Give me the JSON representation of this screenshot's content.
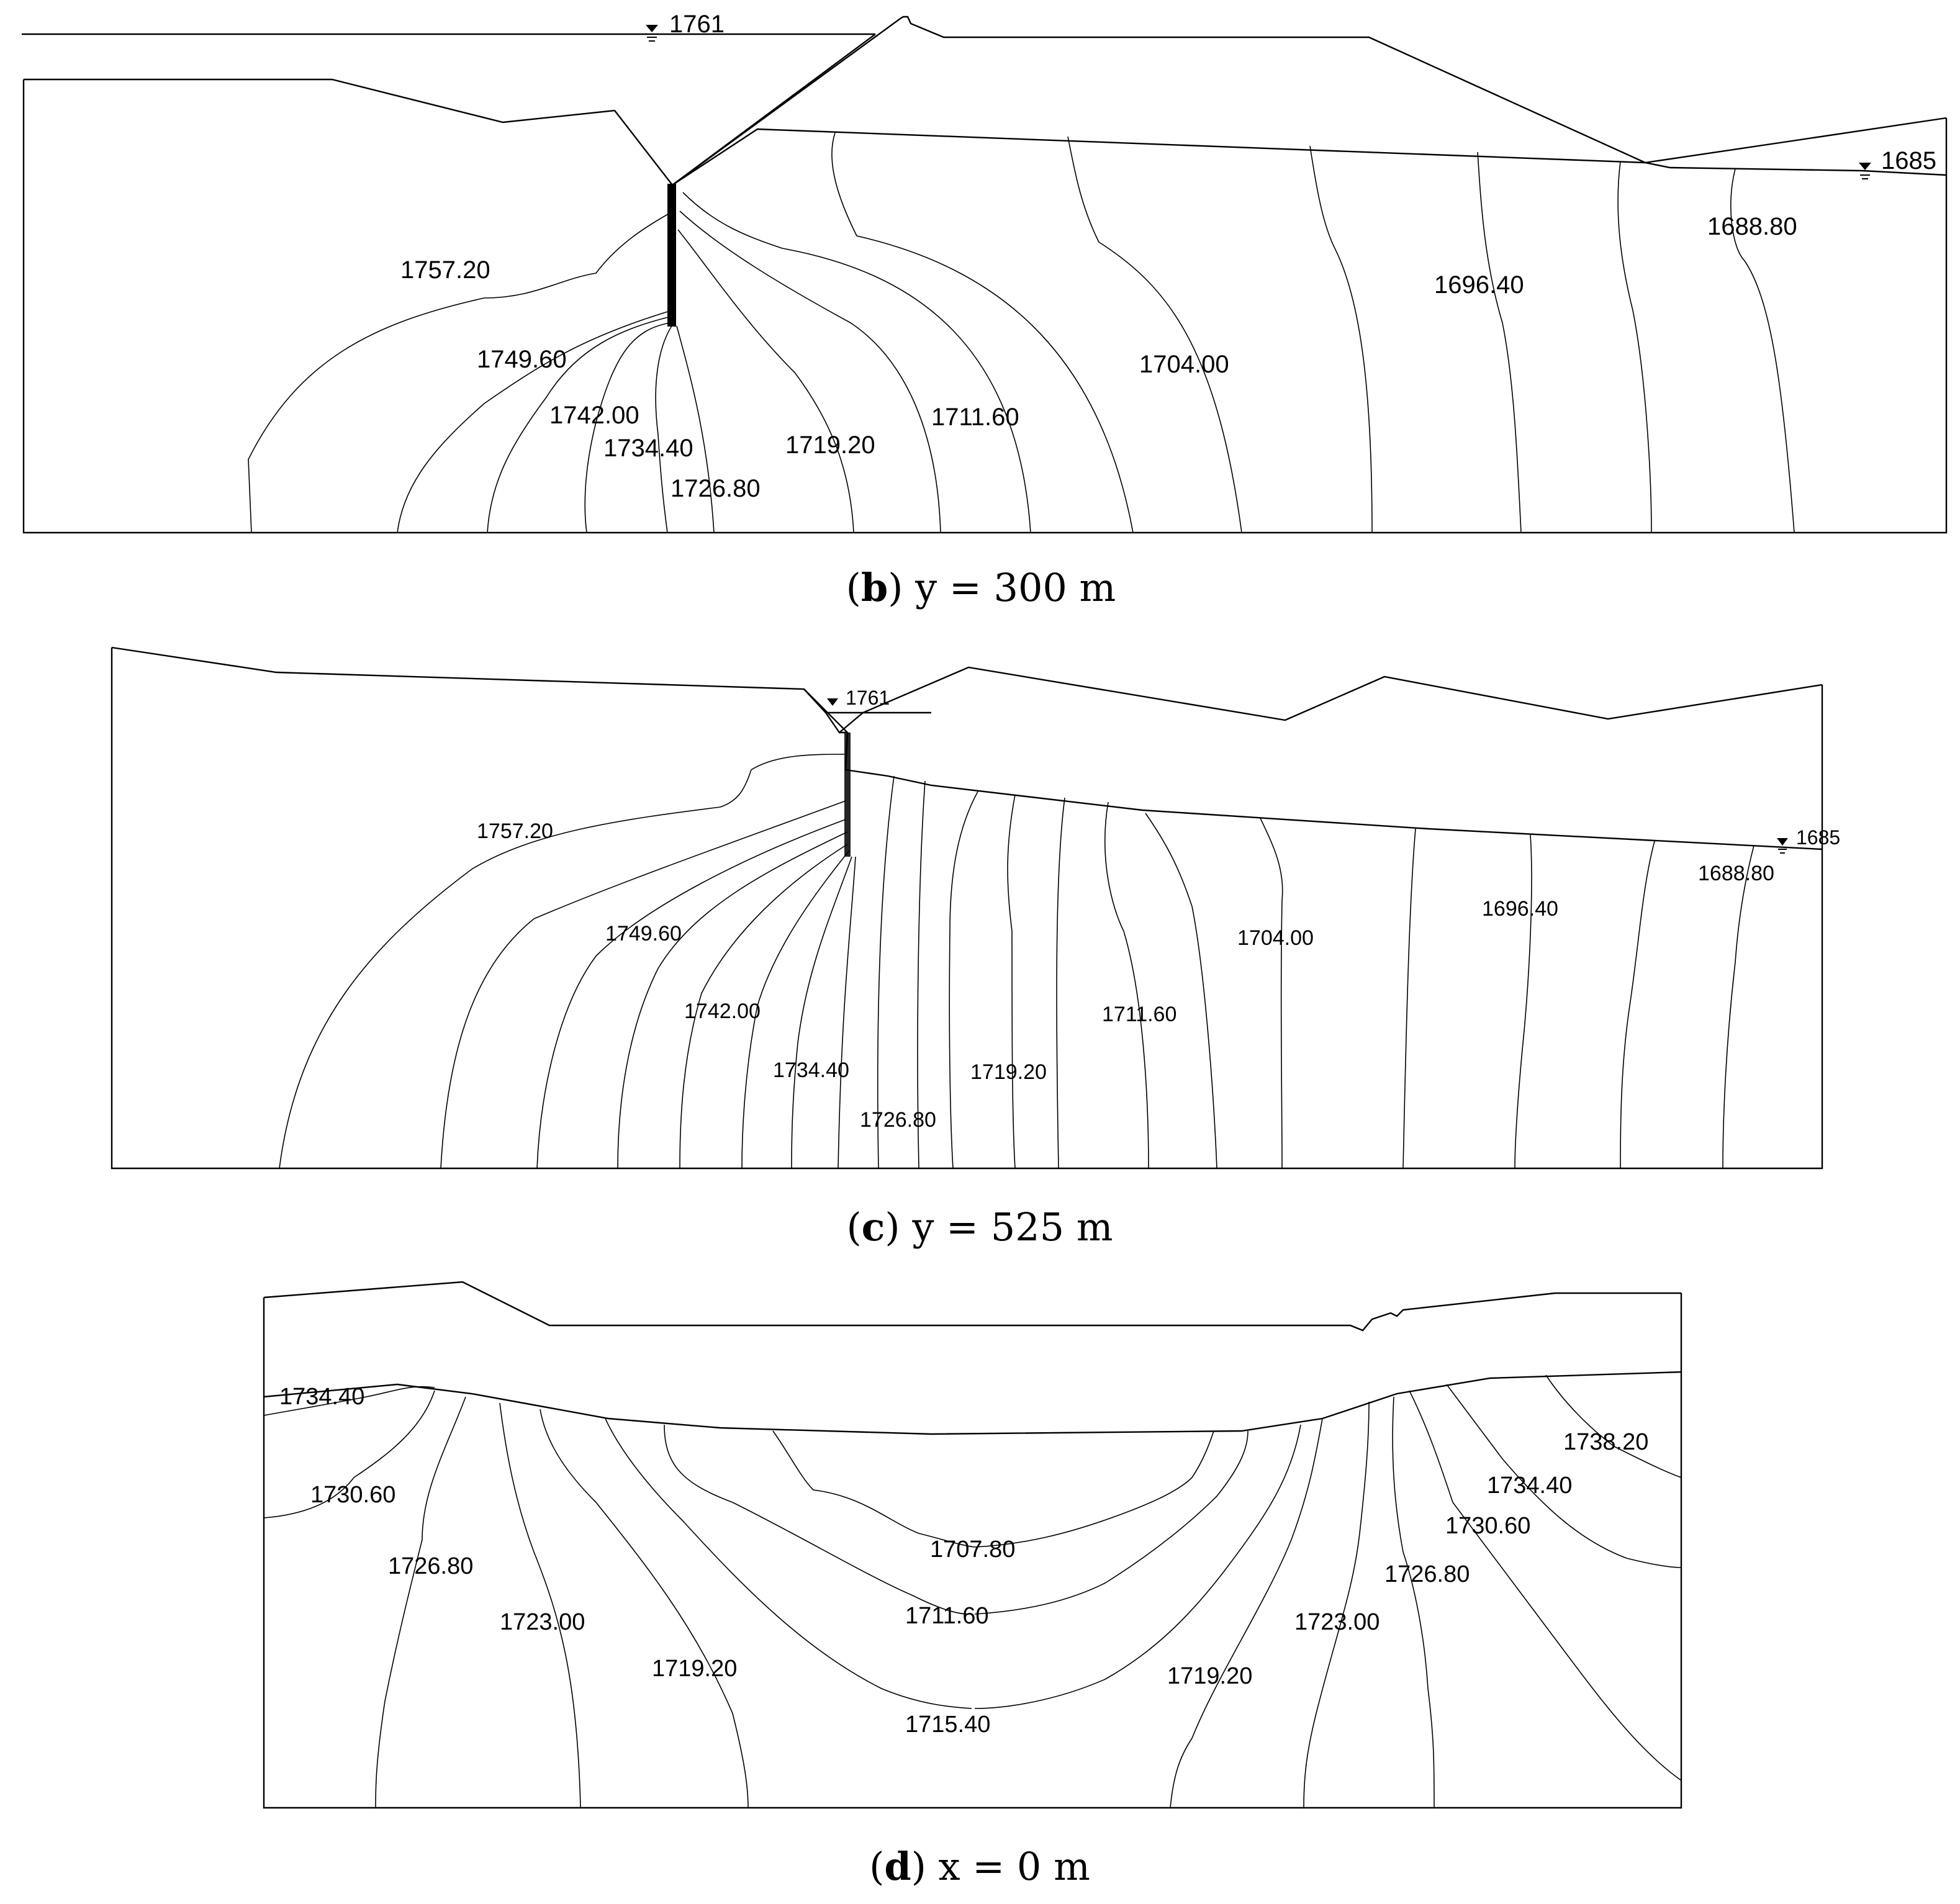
{
  "panels": {
    "b": {
      "caption_letter": "b",
      "caption_rest": "y = 300 m",
      "water_upstream": "1761",
      "water_downstream": "1685",
      "contours": [
        "1757.20",
        "1749.60",
        "1742.00",
        "1734.40",
        "1726.80",
        "1719.20",
        "1711.60",
        "1704.00",
        "1696.40",
        "1688.80"
      ]
    },
    "c": {
      "caption_letter": "c",
      "caption_rest": "y = 525 m",
      "water_upstream": "1761",
      "water_downstream": "1685",
      "contours": [
        "1757.20",
        "1749.60",
        "1742.00",
        "1734.40",
        "1726.80",
        "1719.20",
        "1711.60",
        "1704.00",
        "1696.40",
        "1688.80"
      ]
    },
    "d": {
      "caption_letter": "d",
      "caption_rest": "x = 0 m",
      "contours": [
        "1734.40",
        "1730.60",
        "1726.80",
        "1723.00",
        "1719.20",
        "1707.80",
        "1711.60",
        "1715.40",
        "1719.20",
        "1723.00",
        "1726.80",
        "1730.60",
        "1734.40",
        "1738.20"
      ]
    }
  }
}
